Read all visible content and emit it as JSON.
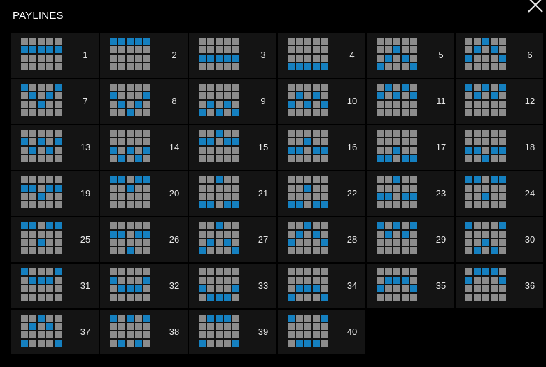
{
  "title": "PAYLINES",
  "close_icon": "close-x-icon",
  "colors": {
    "background": "#000000",
    "cell": "#141414",
    "square_off": "#8c8c8c",
    "square_on": "#1580c0",
    "text": "#ffffff"
  },
  "paylines": [
    {
      "number": "1",
      "rows": [
        1,
        1,
        1,
        1,
        1
      ]
    },
    {
      "number": "2",
      "rows": [
        0,
        0,
        0,
        0,
        0
      ]
    },
    {
      "number": "3",
      "rows": [
        2,
        2,
        2,
        2,
        2
      ]
    },
    {
      "number": "4",
      "rows": [
        3,
        3,
        3,
        3,
        3
      ]
    },
    {
      "number": "5",
      "rows": [
        3,
        2,
        1,
        2,
        3
      ]
    },
    {
      "number": "6",
      "rows": [
        2,
        1,
        0,
        1,
        2
      ]
    },
    {
      "number": "7",
      "rows": [
        0,
        1,
        2,
        1,
        0
      ]
    },
    {
      "number": "8",
      "rows": [
        1,
        2,
        3,
        2,
        1
      ]
    },
    {
      "number": "9",
      "rows": [
        3,
        2,
        3,
        2,
        3
      ]
    },
    {
      "number": "10",
      "rows": [
        2,
        1,
        2,
        1,
        2
      ]
    },
    {
      "number": "11",
      "rows": [
        1,
        0,
        1,
        0,
        1
      ]
    },
    {
      "number": "12",
      "rows": [
        0,
        1,
        0,
        1,
        0
      ]
    },
    {
      "number": "13",
      "rows": [
        1,
        2,
        1,
        2,
        1
      ]
    },
    {
      "number": "14",
      "rows": [
        2,
        3,
        2,
        3,
        2
      ]
    },
    {
      "number": "15",
      "rows": [
        1,
        1,
        0,
        1,
        1
      ]
    },
    {
      "number": "16",
      "rows": [
        2,
        2,
        1,
        2,
        2
      ]
    },
    {
      "number": "17",
      "rows": [
        3,
        3,
        2,
        3,
        3
      ]
    },
    {
      "number": "18",
      "rows": [
        2,
        2,
        3,
        2,
        2
      ]
    },
    {
      "number": "19",
      "rows": [
        1,
        1,
        2,
        1,
        1
      ]
    },
    {
      "number": "20",
      "rows": [
        0,
        0,
        1,
        0,
        0
      ]
    },
    {
      "number": "21",
      "rows": [
        3,
        3,
        0,
        3,
        3
      ]
    },
    {
      "number": "22",
      "rows": [
        3,
        3,
        1,
        3,
        3
      ]
    },
    {
      "number": "23",
      "rows": [
        2,
        2,
        0,
        2,
        2
      ]
    },
    {
      "number": "24",
      "rows": [
        0,
        0,
        2,
        0,
        0
      ]
    },
    {
      "number": "25",
      "rows": [
        0,
        0,
        2,
        0,
        0
      ]
    },
    {
      "number": "26",
      "rows": [
        1,
        1,
        3,
        1,
        1
      ]
    },
    {
      "number": "27",
      "rows": [
        3,
        2,
        0,
        2,
        3
      ]
    },
    {
      "number": "28",
      "rows": [
        2,
        1,
        0,
        1,
        2
      ]
    },
    {
      "number": "29",
      "rows": [
        0,
        1,
        0,
        1,
        0
      ]
    },
    {
      "number": "30",
      "rows": [
        0,
        3,
        2,
        3,
        0
      ]
    },
    {
      "number": "31",
      "rows": [
        0,
        1,
        1,
        1,
        0
      ]
    },
    {
      "number": "32",
      "rows": [
        1,
        2,
        2,
        2,
        1
      ]
    },
    {
      "number": "33",
      "rows": [
        2,
        3,
        3,
        3,
        2
      ]
    },
    {
      "number": "34",
      "rows": [
        3,
        2,
        2,
        2,
        3
      ]
    },
    {
      "number": "35",
      "rows": [
        2,
        1,
        1,
        1,
        2
      ]
    },
    {
      "number": "36",
      "rows": [
        1,
        0,
        0,
        0,
        1
      ]
    },
    {
      "number": "37",
      "rows": [
        3,
        1,
        0,
        1,
        3
      ]
    },
    {
      "number": "38",
      "rows": [
        0,
        3,
        0,
        3,
        0
      ]
    },
    {
      "number": "39",
      "rows": [
        3,
        0,
        0,
        0,
        3
      ]
    },
    {
      "number": "40",
      "rows": [
        0,
        3,
        3,
        3,
        0
      ]
    }
  ]
}
